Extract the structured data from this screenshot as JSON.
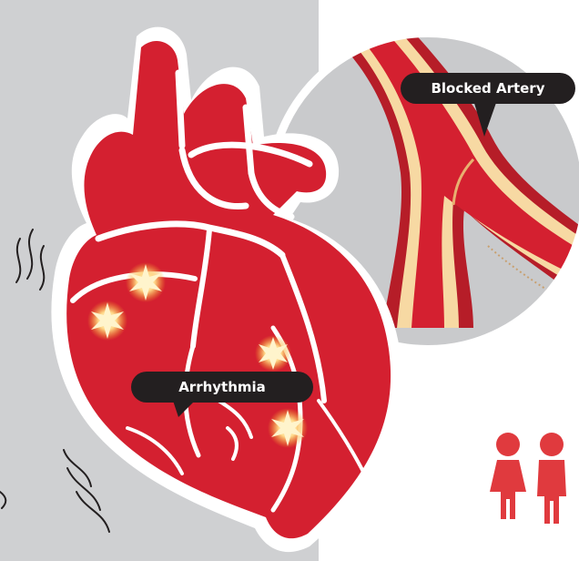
{
  "labels": {
    "blocked_artery": "Blocked Artery",
    "arrhythmia": "Arrhythmia"
  },
  "colors": {
    "background_panel": "#cfd0d2",
    "heart_red": "#d42030",
    "artery_outer": "#b61d28",
    "plaque": "#f7d9a3",
    "artery_inner": "#e0323c",
    "outline": "#ffffff",
    "ink": "#231f20",
    "spark": "#fff4cc",
    "spark_glow": "#f5a623",
    "people_icon": "#e03a3e"
  },
  "icons": [
    "heart-illustration",
    "artery-magnifier",
    "spark-icon",
    "tremor-lines-icon",
    "people-icon"
  ]
}
